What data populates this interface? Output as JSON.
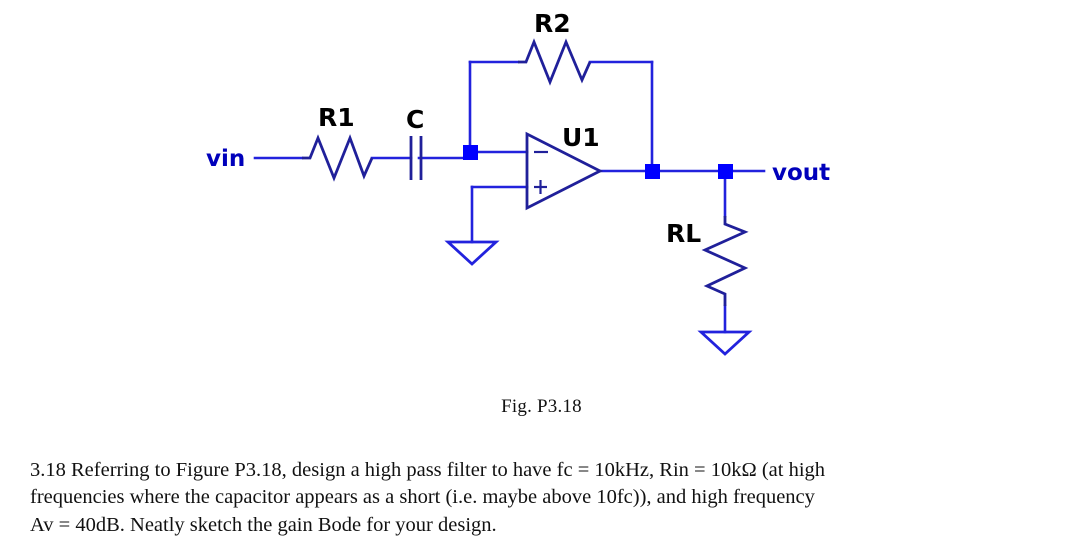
{
  "figure": {
    "caption": "Fig. P3.18",
    "labels": {
      "vin": "vin",
      "vout": "vout",
      "r1": "R1",
      "r2": "R2",
      "c": "C",
      "u1": "U1",
      "rl": "RL",
      "opamp_inverting": "−",
      "opamp_noninverting": "+"
    },
    "colors": {
      "wire": "#2222dd",
      "node": "#0000ff",
      "signal_label": "#0000bb",
      "component_label": "#000000",
      "symbol_outline": "#20209a",
      "background": "#ffffff"
    },
    "components": [
      {
        "name": "R1",
        "type": "resistor",
        "orientation": "horizontal"
      },
      {
        "name": "C",
        "type": "capacitor",
        "orientation": "horizontal"
      },
      {
        "name": "R2",
        "type": "resistor",
        "orientation": "horizontal"
      },
      {
        "name": "U1",
        "type": "opamp",
        "orientation": "horizontal"
      },
      {
        "name": "RL",
        "type": "resistor",
        "orientation": "vertical"
      }
    ]
  },
  "problem": {
    "lines": [
      "3.18 Referring to Figure P3.18, design a high pass filter to have fc = 10kHz, Rin = 10kΩ (at high",
      "frequencies where the capacitor appears as a short (i.e. maybe above 10fc)), and high frequency",
      "Av = 40dB. Neatly sketch the gain Bode for your design."
    ]
  }
}
